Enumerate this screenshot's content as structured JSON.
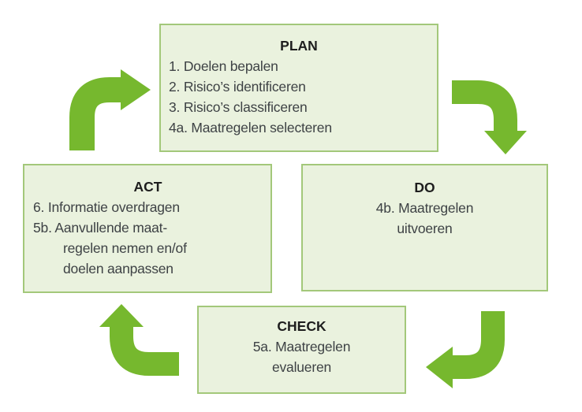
{
  "diagram": {
    "boxes": {
      "plan": {
        "heading": "PLAN",
        "item1": "1. Doelen bepalen",
        "item2": "2. Risico’s identificeren",
        "item3": "3. Risico’s classificeren",
        "item4": "4a. Maatregelen selecteren"
      },
      "do": {
        "heading": "DO",
        "line1": "4b. Maatregelen",
        "line2": "uitvoeren"
      },
      "check": {
        "heading": "CHECK",
        "line1": "5a. Maatregelen",
        "line2": "evalueren"
      },
      "act": {
        "heading": "ACT",
        "item1": "6. Informatie overdragen",
        "item2_line1": "5b. Aanvullende maat-",
        "item2_line2": "regelen nemen en/of",
        "item2_line3": "doelen aanpassen"
      }
    },
    "arrows": [
      {
        "name": "act-to-plan",
        "direction": "up-then-right"
      },
      {
        "name": "plan-to-do",
        "direction": "right-then-down"
      },
      {
        "name": "do-to-check",
        "direction": "down-then-left"
      },
      {
        "name": "check-to-act",
        "direction": "left-then-up"
      }
    ],
    "colors": {
      "arrow_green": "#76b82e",
      "box_fill": "#eaf2de",
      "box_border": "#a3c87a",
      "heading_text": "#1e1e1e",
      "body_text": "#3e4245"
    }
  }
}
